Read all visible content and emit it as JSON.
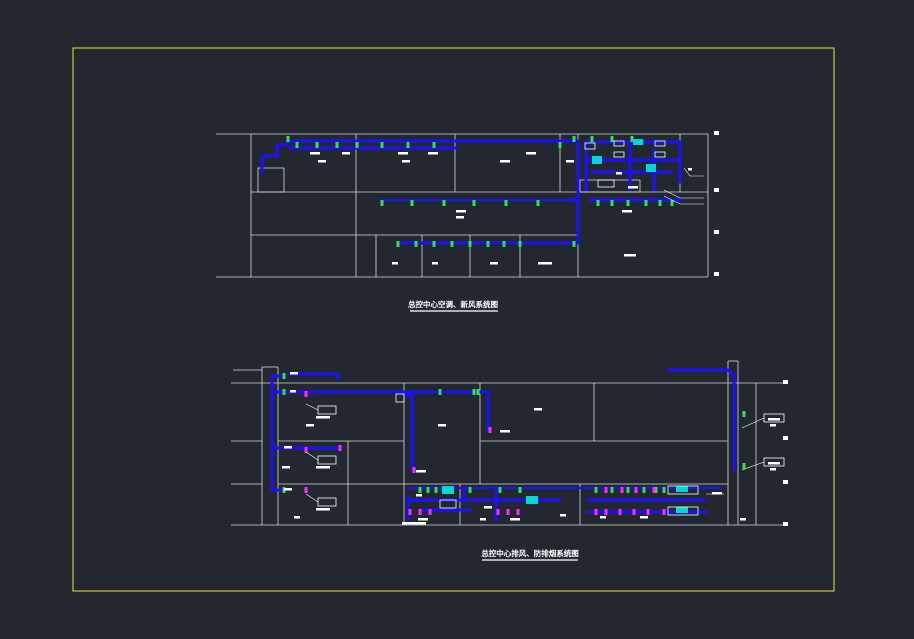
{
  "colors": {
    "background": "#232830",
    "frame": "#c8c832",
    "wall": "#d8d8d8",
    "duct": "#1a10ff",
    "equipment": "#00d8d8",
    "diffuser_green": "#2ee64a",
    "diffuser_magenta": "#ff2cff",
    "label_white": "#ffffff"
  },
  "drawings": [
    {
      "id": "upper",
      "title": "总控中心空调、新风系统图",
      "icon": "duct-schematic-icon"
    },
    {
      "id": "lower",
      "title": "总控中心排风、防排烟系统图",
      "icon": "duct-schematic-icon"
    }
  ]
}
